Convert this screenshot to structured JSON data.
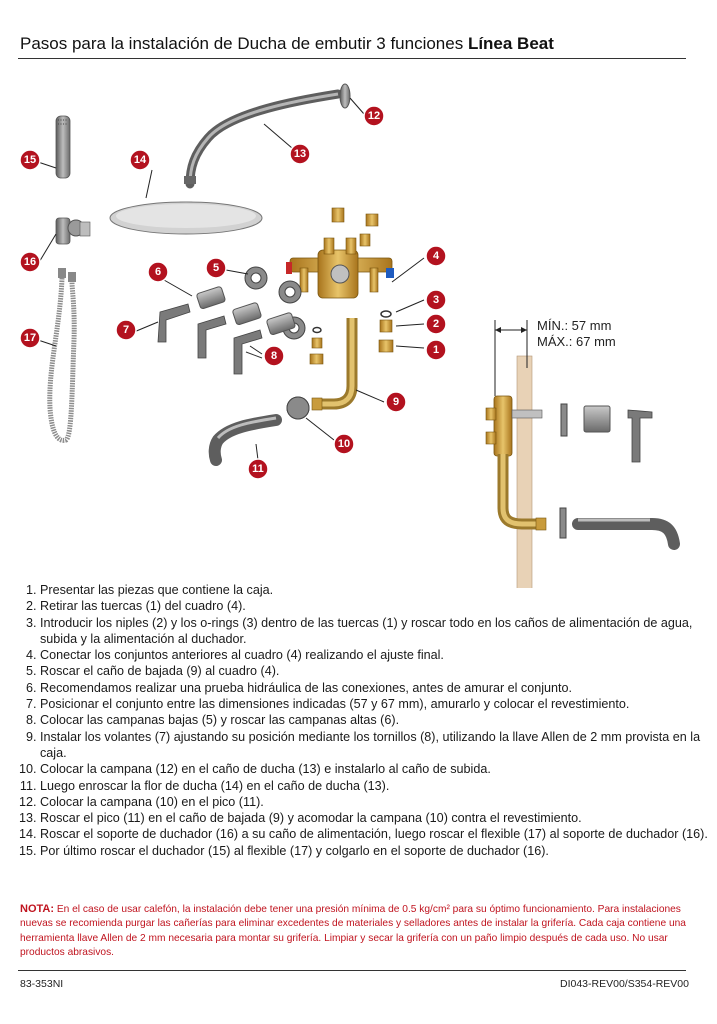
{
  "header": {
    "title_regular": "Pasos para la instalación de Ducha de embutir 3 funciones ",
    "title_bold": "Línea Beat"
  },
  "diagram": {
    "callouts": [
      "1",
      "2",
      "3",
      "4",
      "5",
      "6",
      "7",
      "8",
      "9",
      "10",
      "11",
      "12",
      "13",
      "14",
      "15",
      "16",
      "17"
    ],
    "dimension_min": "MÍN.: 57 mm",
    "dimension_max": "MÁX.: 67 mm",
    "colors": {
      "badge": "#b3121f",
      "brass": "#c89b3c",
      "chrome": "#8a8a8a",
      "wall": "#e8d2b6"
    }
  },
  "steps": [
    "Presentar las piezas que contiene la caja.",
    "Retirar las tuercas (1) del cuadro (4).",
    "Introducir los niples (2) y los o-rings (3) dentro de las tuercas (1) y roscar todo en los caños de alimentación de agua, subida y la alimentación al duchador.",
    "Conectar los conjuntos anteriores al cuadro (4) realizando el ajuste final.",
    "Roscar el caño de bajada (9) al cuadro (4).",
    "Recomendamos realizar una prueba hidráulica de las conexiones, antes de amurar el conjunto.",
    "Posicionar el conjunto entre las dimensiones indicadas (57 y 67 mm), amurarlo y colocar el revestimiento.",
    "Colocar las campanas bajas (5) y roscar las campanas altas (6).",
    "Instalar los volantes (7) ajustando su posición mediante los tornillos (8), utilizando la llave Allen de 2 mm provista en la caja.",
    "Colocar la campana (12) en el caño de ducha (13) e instalarlo al caño de subida.",
    "Luego enroscar la flor de ducha (14) en el caño de ducha (13).",
    "Colocar la campana (10) en el pico (11).",
    "Roscar el pico (11) en el caño de bajada (9) y acomodar la campana (10) contra el revestimiento.",
    "Roscar el soporte de duchador (16) a su caño de alimentación, luego roscar el flexible (17) al soporte de duchador (16).",
    "Por último roscar el duchador (15) al flexible (17) y colgarlo en el soporte de duchador (16)."
  ],
  "note": {
    "label": "NOTA:",
    "text": " En el caso de usar calefón, la instalación debe tener una presión mínima de 0.5 kg/cm² para su óptimo funcionamiento. Para instalaciones nuevas se recomienda purgar las cañerías para eliminar excedentes de materiales y selladores antes de instalar la grifería. Cada caja contiene una herramienta llave Allen de 2 mm necesaria para montar su grifería. Limpiar y secar la grifería con un paño limpio después de cada uso. No usar productos abrasivos."
  },
  "footer": {
    "left": "83-353NI",
    "right": "DI043-REV00/S354-REV00"
  }
}
